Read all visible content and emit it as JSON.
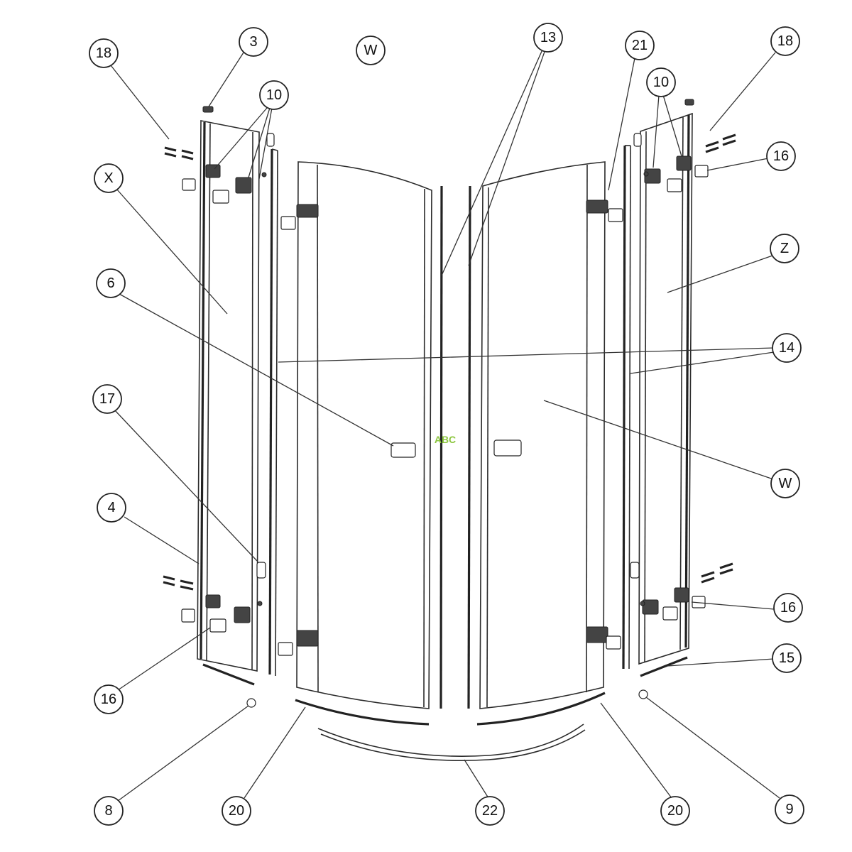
{
  "watermark": {
    "text": "ABC",
    "color": "#8cc63f"
  },
  "callouts": [
    {
      "label": "18"
    },
    {
      "label": "3"
    },
    {
      "label": "10"
    },
    {
      "label": "W"
    },
    {
      "label": "13"
    },
    {
      "label": "21"
    },
    {
      "label": "10"
    },
    {
      "label": "18"
    },
    {
      "label": "16"
    },
    {
      "label": "X"
    },
    {
      "label": "Z"
    },
    {
      "label": "6"
    },
    {
      "label": "14"
    },
    {
      "label": "17"
    },
    {
      "label": "W"
    },
    {
      "label": "4"
    },
    {
      "label": "16"
    },
    {
      "label": "16"
    },
    {
      "label": "15"
    },
    {
      "label": "8"
    },
    {
      "label": "20"
    },
    {
      "label": "22"
    },
    {
      "label": "20"
    },
    {
      "label": "9"
    }
  ]
}
